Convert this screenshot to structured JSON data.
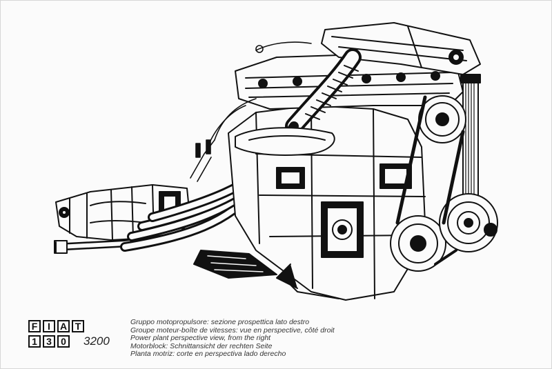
{
  "brand": {
    "logo_top_letters": [
      "F",
      "I",
      "A",
      "T"
    ],
    "logo_bottom_letters": [
      "1",
      "3",
      "0"
    ],
    "model_suffix": "3200"
  },
  "captions": [
    "Gruppo motopropulsore: sezione prospettica lato destro",
    "Groupe moteur-boîte de vitesses: vue en perspective, côté droit",
    "Power plant perspective view, from the right",
    "Motorblock: Schnittansicht der rechten Seite",
    "Planta motriz: corte en perspectiva lado derecho"
  ],
  "illustration": {
    "subject": "engine-cutaway-drawing",
    "style": "black-and-white line art"
  },
  "colors": {
    "ink": "#111111",
    "paper": "#fbfbfb"
  }
}
